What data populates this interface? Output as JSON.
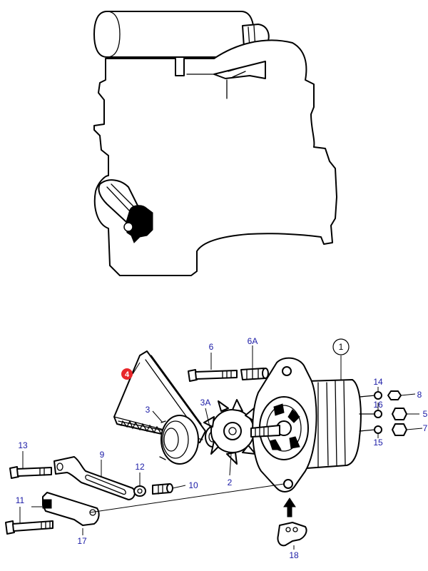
{
  "colors": {
    "line": "#000000",
    "label": "#1a1aa6",
    "highlight": "#e8262a",
    "background": "#ffffff"
  },
  "callouts": [
    {
      "id": "1",
      "label": "1",
      "style": "circled"
    },
    {
      "id": "2",
      "label": "2"
    },
    {
      "id": "3",
      "label": "3"
    },
    {
      "id": "3A",
      "label": "3A"
    },
    {
      "id": "4",
      "label": "4",
      "style": "highlighted"
    },
    {
      "id": "5",
      "label": "5"
    },
    {
      "id": "6",
      "label": "6"
    },
    {
      "id": "6A",
      "label": "6A"
    },
    {
      "id": "7",
      "label": "7"
    },
    {
      "id": "8",
      "label": "8"
    },
    {
      "id": "9",
      "label": "9"
    },
    {
      "id": "10",
      "label": "10"
    },
    {
      "id": "11",
      "label": "11"
    },
    {
      "id": "12",
      "label": "12"
    },
    {
      "id": "13",
      "label": "13"
    },
    {
      "id": "14",
      "label": "14"
    },
    {
      "id": "15",
      "label": "15"
    },
    {
      "id": "16",
      "label": "16"
    },
    {
      "id": "17",
      "label": "17"
    },
    {
      "id": "18",
      "label": "18"
    }
  ]
}
